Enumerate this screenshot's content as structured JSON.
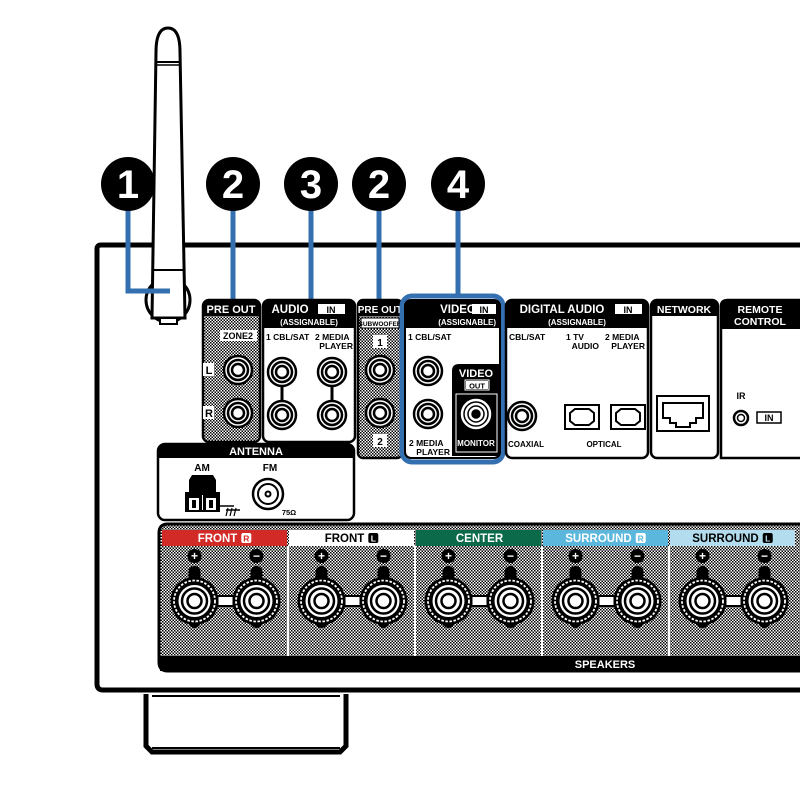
{
  "callouts": [
    {
      "number": "1",
      "target": "wireless-antenna"
    },
    {
      "number": "2",
      "target": "pre-out-zone2"
    },
    {
      "number": "3",
      "target": "audio-in"
    },
    {
      "number": "2",
      "target": "pre-out-subwoofer"
    },
    {
      "number": "4",
      "target": "video-in-out"
    }
  ],
  "colors": {
    "callout_line": "#3470b0",
    "front_r": "#d22a27",
    "front_l": "#ffffff",
    "center": "#0a6a4a",
    "surround_r": "#5bb7dc",
    "surround_l": "#b3ddee",
    "ink": "#000000"
  },
  "panels": {
    "pre_out_zone2": {
      "title": "PRE OUT",
      "sub": "ZONE2",
      "left": "L",
      "right": "R"
    },
    "audio_in": {
      "title": "AUDIO",
      "badge": "IN",
      "sub": "(ASSIGNABLE)",
      "input1": "1 CBL/SAT",
      "input2_a": "2  MEDIA",
      "input2_b": "PLAYER"
    },
    "pre_out_sub": {
      "title": "PRE OUT",
      "sub": "SUBWOOFER",
      "ch1": "1",
      "ch2": "2"
    },
    "video_in": {
      "title": "VIDEO",
      "badge": "IN",
      "sub": "(ASSIGNABLE)",
      "input1": "1 CBL/SAT",
      "input2_a": "2  MEDIA",
      "input2_b": "PLAYER"
    },
    "video_out": {
      "title": "VIDEO",
      "badge": "OUT",
      "monitor": "MONITOR"
    },
    "digital_audio": {
      "title": "DIGITAL AUDIO",
      "badge": "IN",
      "sub": "(ASSIGNABLE)",
      "coax_label": "CBL/SAT",
      "opt1_a": "1   TV",
      "opt1_b": "AUDIO",
      "opt2_a": "2  MEDIA",
      "opt2_b": "PLAYER",
      "coaxial": "COAXIAL",
      "optical": "OPTICAL"
    },
    "network": {
      "title": "NETWORK"
    },
    "remote": {
      "title_a": "REMOTE",
      "title_b": "CONTROL",
      "ir": "IR",
      "badge": "IN"
    },
    "antenna": {
      "title": "ANTENNA",
      "am": "AM",
      "fm": "FM",
      "impedance": "75Ω"
    }
  },
  "speakers": {
    "title": "SPEAKERS",
    "channels": [
      {
        "label": "FRONT",
        "badge": "R",
        "color": "#d22a27",
        "text_color": "#ffffff"
      },
      {
        "label": "FRONT",
        "badge": "L",
        "color": "#ffffff",
        "text_color": "#000000"
      },
      {
        "label": "CENTER",
        "badge": "",
        "color": "#0a6a4a",
        "text_color": "#ffffff"
      },
      {
        "label": "SURROUND",
        "badge": "R",
        "color": "#5bb7dc",
        "text_color": "#ffffff"
      },
      {
        "label": "SURROUND",
        "badge": "L",
        "color": "#b3ddee",
        "text_color": "#000000"
      }
    ],
    "plus": "+",
    "minus": "−"
  }
}
